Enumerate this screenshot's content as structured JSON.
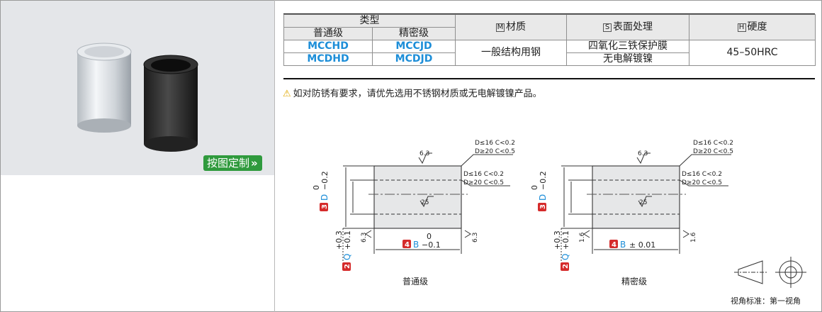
{
  "product": {
    "custom_button": "按图定制",
    "custom_arrow": "»"
  },
  "table": {
    "col_type": "类型",
    "col_std": "普通级",
    "col_precision": "精密级",
    "col_material_mark": "M",
    "col_material": "材质",
    "col_surface_mark": "S",
    "col_surface": "表面处理",
    "col_hardness_mark": "H",
    "col_hardness": "硬度",
    "rows": [
      {
        "std": "MCCHD",
        "precision": "MCCJD",
        "surface": "四氧化三铁保护膜"
      },
      {
        "std": "MCDHD",
        "precision": "MCDJD",
        "surface": "无电解镀镍"
      }
    ],
    "material": "一般结构用钢",
    "hardness": "45–50HRC"
  },
  "note": "如对防锈有要求，请优先选用不锈钢材质或无电解镀镍产品。",
  "drawing": {
    "chamfer_large": "D≤16 C<0.2",
    "chamfer_small": "D≥20 C<0.5",
    "rough_top": "6.3",
    "rough_bore": "25",
    "rough_end": "6.3",
    "rough_end_precision": "1.6",
    "D_label": "D",
    "D_tol_upper": "0",
    "D_tol_lower": "−0.2",
    "Q_label": "Q",
    "Q_tol_upper": "+0.3",
    "Q_tol_lower": "+0.1",
    "B_label": "B",
    "B_tol_std_upper": "0",
    "B_tol_std_lower": "−0.1",
    "B_tol_precision": "± 0.01",
    "badge_2": "2",
    "badge_3": "3",
    "badge_4": "4",
    "caption_std": "普通级",
    "caption_precision": "精密级"
  },
  "view_standard": "视角标准：第一视角",
  "colors": {
    "accent_blue": "#1d8ed8",
    "badge_red": "#d52b2b",
    "button_green": "#2f9a3d"
  }
}
